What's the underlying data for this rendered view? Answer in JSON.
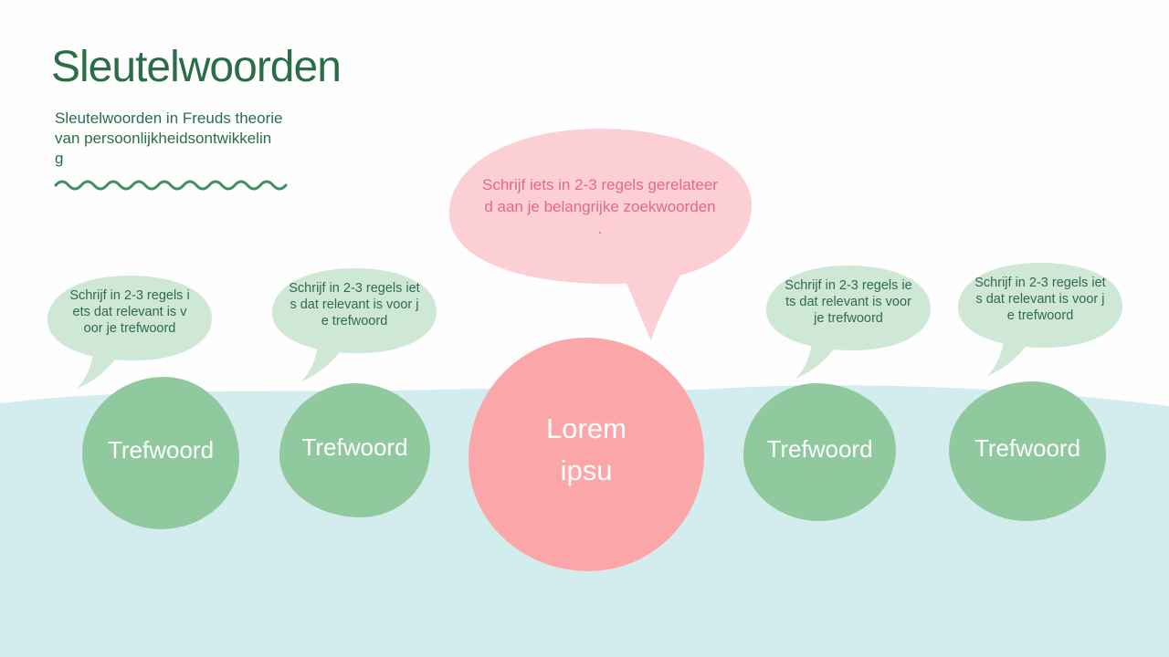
{
  "header": {
    "title": "Sleutelwoorden",
    "subtitle_lines": [
      "Sleutelwoorden in Freuds theorie",
      "van persoonlijkheidsontwikkelin",
      "g"
    ]
  },
  "main_bubble": {
    "lines": [
      "Schrijf iets in 2-3 regels gerelateer",
      "d aan je belangrijke zoekwoorden",
      "."
    ]
  },
  "hint_bubbles": [
    {
      "lines": [
        "Schrijf in 2-3 regels i",
        "ets dat relevant is v",
        "oor je trefwoord"
      ]
    },
    {
      "lines": [
        "Schrijf in 2-3 regels iet",
        "s dat relevant is voor j",
        "e trefwoord"
      ]
    },
    {
      "lines": [
        "Schrijf in 2-3 regels ie",
        "ts dat relevant is voor",
        "je trefwoord"
      ]
    },
    {
      "lines": [
        "Schrijf in 2-3 regels iet",
        "s dat relevant is voor j",
        "e trefwoord"
      ]
    }
  ],
  "center_blob": {
    "lines": [
      "Lorem",
      "ipsu"
    ]
  },
  "keyword_blobs": {
    "labels": [
      "Trefwoord",
      "Trefwoord",
      "Trefwoord",
      "Trefwoord"
    ]
  },
  "colors": {
    "title_green": "#2a6e48",
    "squiggle_green": "#3d8f63",
    "bubble_pink_bg": "#fbcfd3",
    "bubble_pink_text": "#e26b81",
    "bubble_green_bg": "#cfe7d5",
    "bubble_green_text": "#2f6b50",
    "blob_pink": "#fba7a9",
    "blob_green": "#8fc99d",
    "wave_blue": "#d3edef",
    "text_white": "#ffffff"
  }
}
